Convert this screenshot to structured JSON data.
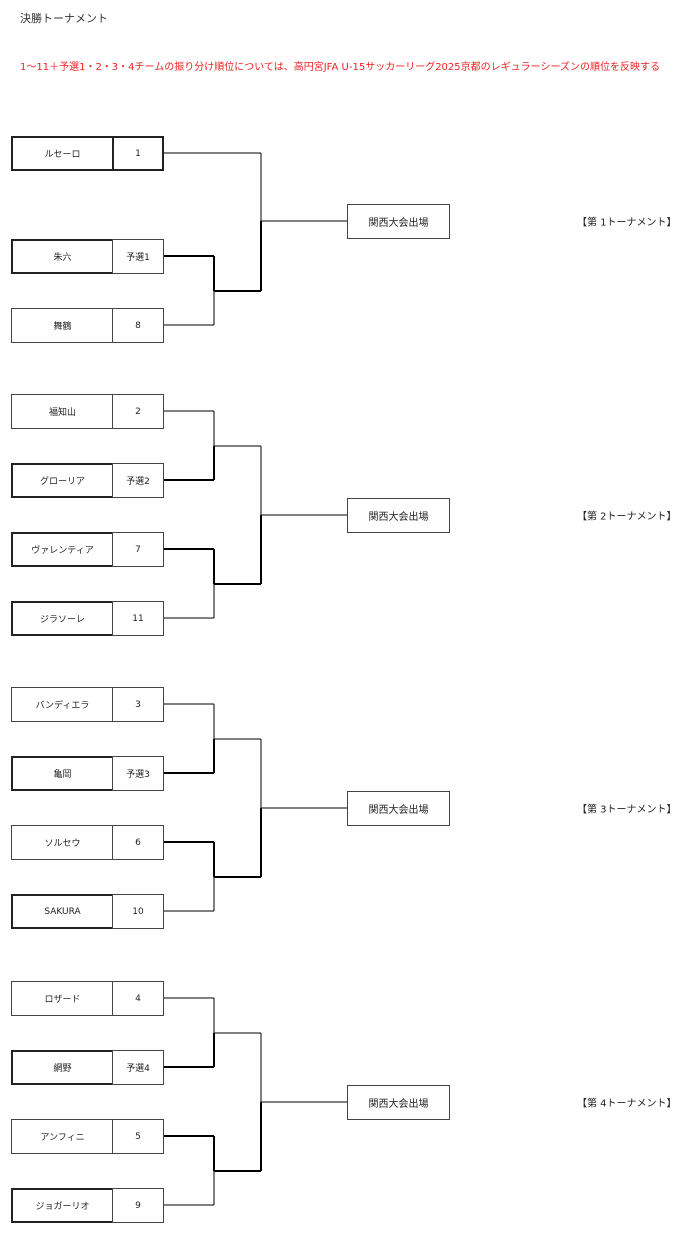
{
  "page_title": "決勝トーナメント",
  "note": "1～11＋予選1・2・3・4チームの振り分け順位については、高円宮JFA U-15サッカーリーグ2025京都のレギュラーシーズンの順位を反映する",
  "brackets": [
    {
      "label": "【第 1トーナメント】",
      "final": "関西大会出場",
      "teams": [
        {
          "name": "ルセーロ",
          "rank": "1"
        },
        {
          "name": "朱六",
          "rank": "予選1"
        },
        {
          "name": "舞鶴",
          "rank": "8"
        }
      ]
    },
    {
      "label": "【第 2トーナメント】",
      "final": "関西大会出場",
      "teams": [
        {
          "name": "福知山",
          "rank": "2"
        },
        {
          "name": "グローリア",
          "rank": "予選2"
        },
        {
          "name": "ヴァレンティア",
          "rank": "7"
        },
        {
          "name": "ジラソーレ",
          "rank": "11"
        }
      ]
    },
    {
      "label": "【第 3トーナメント】",
      "final": "関西大会出場",
      "teams": [
        {
          "name": "バンディエラ",
          "rank": "3"
        },
        {
          "name": "亀岡",
          "rank": "予選3"
        },
        {
          "name": "ソルセウ",
          "rank": "6"
        },
        {
          "name": "SAKURA",
          "rank": "10"
        }
      ]
    },
    {
      "label": "【第 4トーナメント】",
      "final": "関西大会出場",
      "teams": [
        {
          "name": "ロザード",
          "rank": "4"
        },
        {
          "name": "網野",
          "rank": "予選4"
        },
        {
          "name": "アンフィニ",
          "rank": "5"
        },
        {
          "name": "ジョガーリオ",
          "rank": "9"
        }
      ]
    }
  ]
}
